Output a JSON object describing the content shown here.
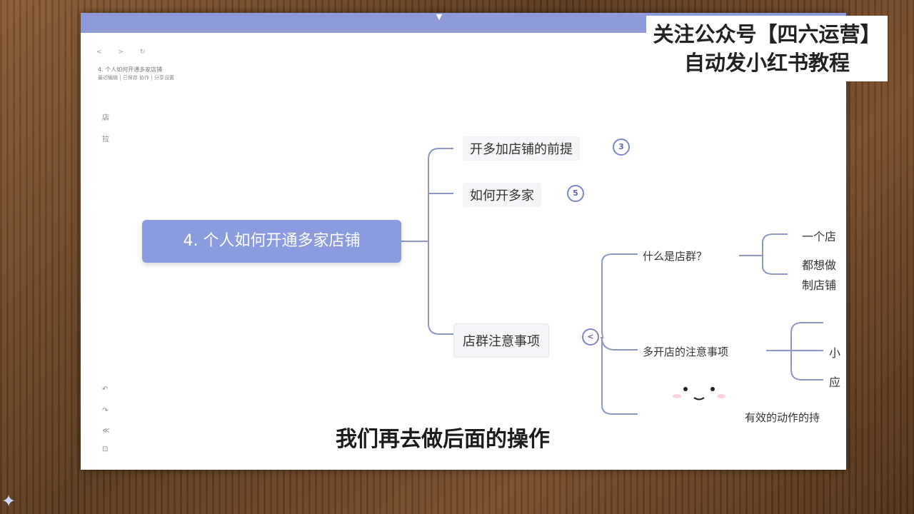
{
  "app": {
    "topbar_glyph": "▼",
    "nav_glyphs": "< > ↻",
    "doc_title": "4. 个人如何开通多家店铺",
    "doc_sub": "最近编辑 | 已保存     协作 | 分享设置",
    "side_icons": [
      "店",
      "拉",
      "↶",
      "↷",
      "≪",
      "⊡"
    ]
  },
  "watermark": {
    "line1": "关注公众号【四六运营】",
    "line2": "自动发小红书教程"
  },
  "mindmap": {
    "root": "4. 个人如何开通多家店铺",
    "branches": [
      {
        "label": "开多加店铺的前提",
        "badge": "3"
      },
      {
        "label": "如何开多家",
        "badge": "5"
      },
      {
        "label": "店群注意事项",
        "badge": "<"
      }
    ],
    "sub_nodes": [
      {
        "label": "什么是店群？"
      },
      {
        "label": "多开店的注意事项"
      },
      {
        "label": "有效的动作的持"
      }
    ],
    "leaf_nodes": [
      {
        "label": "一个店"
      },
      {
        "label": "都想做"
      },
      {
        "label": "制店铺"
      },
      {
        "label": "小"
      },
      {
        "label": "应"
      }
    ]
  },
  "subtitle": "我们再去做后面的操作",
  "colors": {
    "accent": "#8b9be0",
    "line": "#8c96c8",
    "topbar": "#8e9ad8"
  }
}
